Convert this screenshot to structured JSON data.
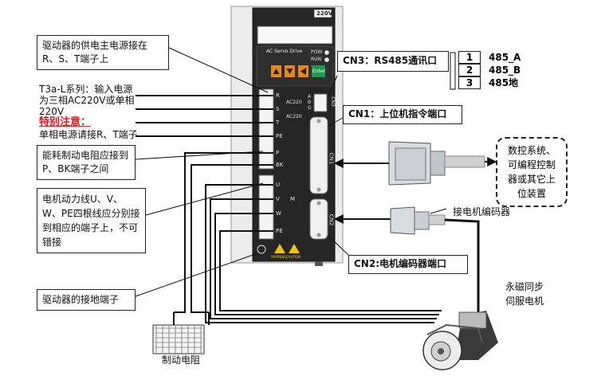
{
  "drive": {
    "voltage_badge": "220V",
    "brand_text": "AC Servo Drive",
    "pow_label": "POW",
    "run_label": "RUN",
    "enter_label": "Enter",
    "cn3_label": "CN3",
    "cn1_label": "CN1",
    "cn2_label": "CN2",
    "cn3_pins": "A\nB\nG",
    "terminals": {
      "R": "R",
      "S": "S",
      "T": "T",
      "PE_top": "PE",
      "P": "P",
      "BK": "BK",
      "U": "U",
      "V": "V",
      "W": "W",
      "PE_bottom": "PE",
      "ac220_1": "AC220",
      "ac220_2": "AC220"
    },
    "motor_symbol": "M",
    "warning_1": "WARNING",
    "warning_2": "CAUTION"
  },
  "annotations": {
    "power_supply_box": "驱动器的供电主电源接在R、S、T端子上",
    "t3a_note_line1": "T3a-L系列：输入电源",
    "t3a_note_line2": "为三相AC220V或单相",
    "t3a_note_line3": "220V",
    "special_note": "特别注意：",
    "single_phase_note": "单相电源请接R、T端子",
    "brake_resistor_box": "能耗制动电阻应接到P、BK端子之间",
    "motor_power_box": "电机动力线U、V、W、PE四根线应分别接到相应的端子上，不可错接",
    "ground_box": "驱动器的接地端子",
    "brake_resistor_label": "制动电阻",
    "cn3_box": "CN3：RS485通讯口",
    "cn1_box": "CN1：上位机指令端口",
    "cn2_box": "CN2:电机编码器端口",
    "encoder_label": "接电机编码器",
    "host_box": "数控系统、可编程控制器或其它上位装置",
    "motor_label_line1": "永磁同步",
    "motor_label_line2": "伺服电机"
  },
  "pin_table": [
    {
      "num": "1",
      "signal": "485_A"
    },
    {
      "num": "2",
      "signal": "485_B"
    },
    {
      "num": "3",
      "signal": "485地"
    }
  ],
  "colors": {
    "drive_body": "#262626",
    "drive_bracket": "#e6e6e6",
    "arrow_button": "#e8851e",
    "enter_button": "#1f9a4a",
    "warning_yellow": "#f2c200",
    "note_red": "#e3161b"
  }
}
